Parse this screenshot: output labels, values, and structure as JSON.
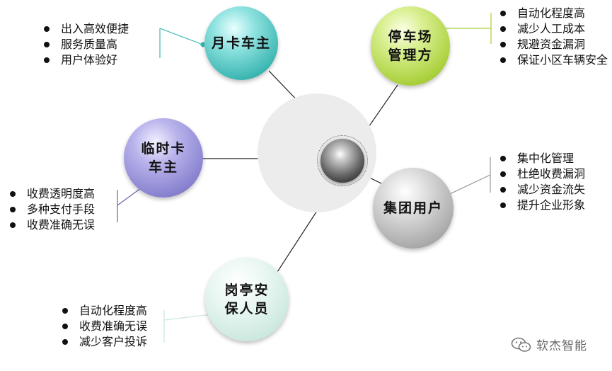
{
  "center": {
    "icon": "hub-sphere-icon"
  },
  "nodes": [
    {
      "id": "yueka",
      "label_lines": [
        "月卡车主"
      ],
      "color": "#3cb6b2",
      "bullets": [
        "出入高效便捷",
        "服务质量高",
        "用户体验好"
      ]
    },
    {
      "id": "tingche",
      "label_lines": [
        "停车场",
        "管理方"
      ],
      "color": "#a9cf3a",
      "bullets": [
        "自动化程度高",
        "减少人工成本",
        "规避资金漏洞",
        "保证小区车辆安全"
      ]
    },
    {
      "id": "linshi",
      "label_lines": [
        "临时卡",
        "车主"
      ],
      "color": "#8780cf",
      "bullets": [
        "收费透明度高",
        "多种支付手段",
        "收费准确无误"
      ]
    },
    {
      "id": "jituan",
      "label_lines": [
        "集团用户"
      ],
      "color": "#a9a9a9",
      "bullets": [
        "集中化管理",
        "杜绝收费漏洞",
        "减少资金流失",
        "提升企业形象"
      ]
    },
    {
      "id": "gangting",
      "label_lines": [
        "岗亭安",
        "保人员"
      ],
      "color": "#c9e7dd",
      "bullets": [
        "自动化程度高",
        "收费准确无误",
        "减少客户投诉"
      ]
    }
  ],
  "watermark": {
    "text": "软杰智能",
    "icon": "wechat-icon"
  }
}
